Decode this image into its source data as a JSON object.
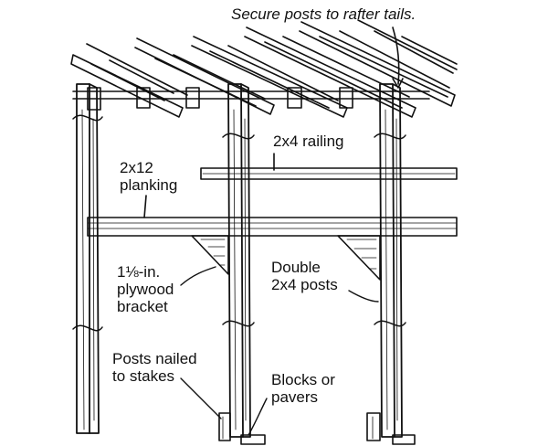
{
  "diagram": {
    "labels": {
      "rafter_tails": "Secure posts to rafter tails.",
      "railing": "2x4 railing",
      "planking_line1": "2x12",
      "planking_line2": "planking",
      "bracket_line1": "1⅛-in.",
      "bracket_line2": "plywood",
      "bracket_line3": "bracket",
      "posts_line1": "Double",
      "posts_line2": "2x4 posts",
      "stakes_line1": "Posts nailed",
      "stakes_line2": "to stakes",
      "blocks_line1": "Blocks or",
      "blocks_line2": "pavers"
    },
    "colors": {
      "ink": "#111111",
      "paper": "#ffffff"
    }
  }
}
